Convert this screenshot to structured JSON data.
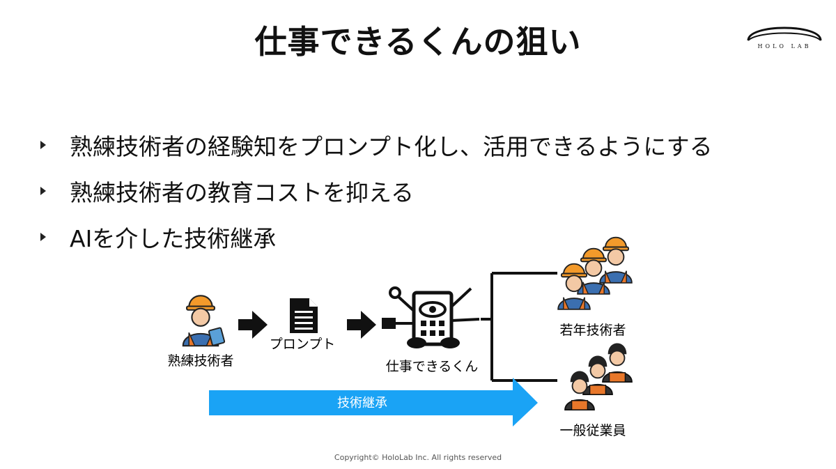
{
  "title": "仕事できるくんの狙い",
  "logo": {
    "text": "HOLO LAB"
  },
  "bullets": [
    "熟練技術者の経験知をプロンプト化し、活用できるようにする",
    "熟練技術者の教育コストを抑える",
    "AIを介した技術継承"
  ],
  "diagram": {
    "expert_label": "熟練技術者",
    "prompt_label": "プロンプト",
    "tool_label": "仕事できるくん",
    "young_label": "若年技術者",
    "general_label": "一般従業員",
    "transfer_label": "技術継承"
  },
  "colors": {
    "accent_blue": "#1aa3f5",
    "helmet_orange": "#f39a2b",
    "vest_orange": "#e8772a"
  },
  "footer": "Copyright© HoloLab Inc. All rights reserved"
}
